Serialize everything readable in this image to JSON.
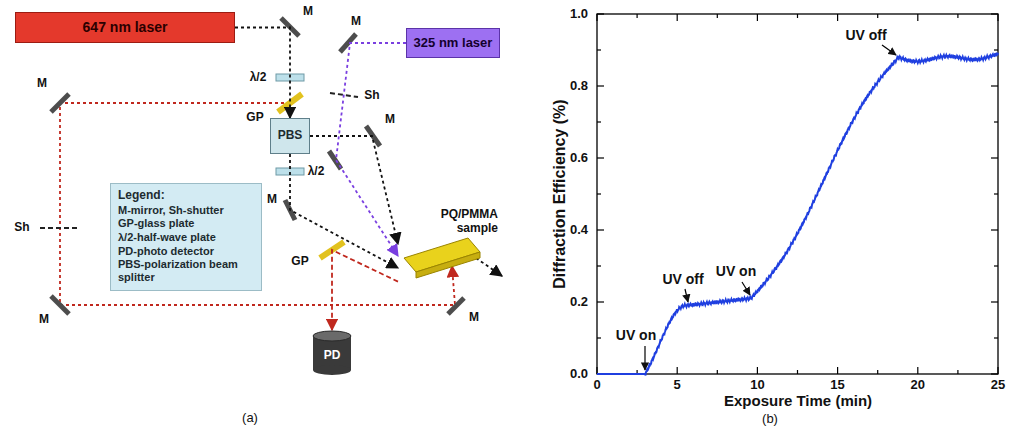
{
  "diagram": {
    "nodes": [
      {
        "text": [
          "647 nm laser"
        ]
      },
      {
        "text": [
          "325 nm laser"
        ]
      },
      {
        "text": [
          "PBS"
        ]
      },
      {
        "text": [
          "Legend:",
          "M-mirror, Sh-shutter",
          "GP-glass plate",
          "λ/2-half-wave plate",
          "PD-photo detector",
          "PBS-polarization beam splitter"
        ]
      },
      {
        "text": [
          "PQ/PMMA sample"
        ]
      },
      {
        "text": [
          "PD"
        ]
      }
    ],
    "edges": [
      {
        "from": 0,
        "to": 2,
        "arrow": "to"
      },
      {
        "from": 1,
        "to": 4,
        "arrow": "to"
      },
      {
        "from": 2,
        "to": 4,
        "arrow": "to"
      },
      {
        "from": 2,
        "to": 4,
        "arrow": "to"
      },
      {
        "from": 4,
        "to": 5,
        "arrow": "to"
      }
    ],
    "labels": [
      "M",
      "M",
      "λ/2",
      "GP",
      "Sh",
      "M",
      "M",
      "λ/2",
      "M",
      "GP",
      "Sh",
      "M",
      "M",
      "(a)",
      "Diffraction Efficiency (%)",
      "0.0",
      "0.2",
      "0.4",
      "0.6",
      "0.8",
      "1.0",
      "0",
      "5",
      "10",
      "15",
      "20",
      "25",
      "Exposure Time (min)",
      "UV on",
      "UV off",
      "UV on",
      "UV off",
      "(b)"
    ]
  }
}
